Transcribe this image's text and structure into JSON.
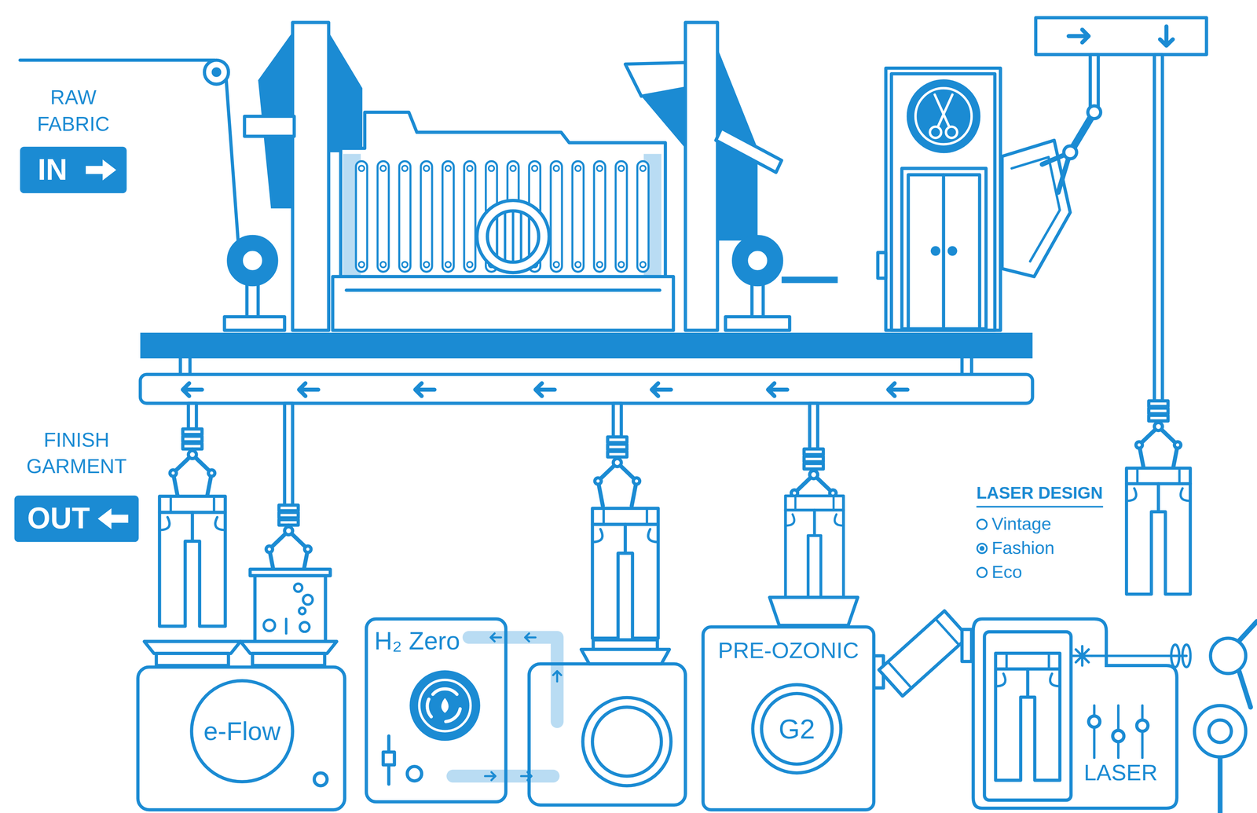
{
  "diagram": {
    "nodes": [
      {
        "text": [
          "RAW FABRIC",
          "IN"
        ]
      },
      {
        "text": [
          "FINISH GARMENT",
          "OUT"
        ]
      },
      {
        "text": [
          "e-Flow"
        ]
      },
      {
        "text": [
          "H₂ Zero"
        ]
      },
      {
        "text": [
          "PRE-OZONIC"
        ]
      },
      {
        "text": [
          "G2"
        ],
        "in": 4
      },
      {
        "text": [
          "LASER"
        ]
      }
    ],
    "labels": [
      "LASER DESIGN"
    ],
    "legend": [
      {
        "text": "Vintage"
      },
      {
        "text": "Fashion"
      },
      {
        "text": "Eco"
      }
    ]
  }
}
